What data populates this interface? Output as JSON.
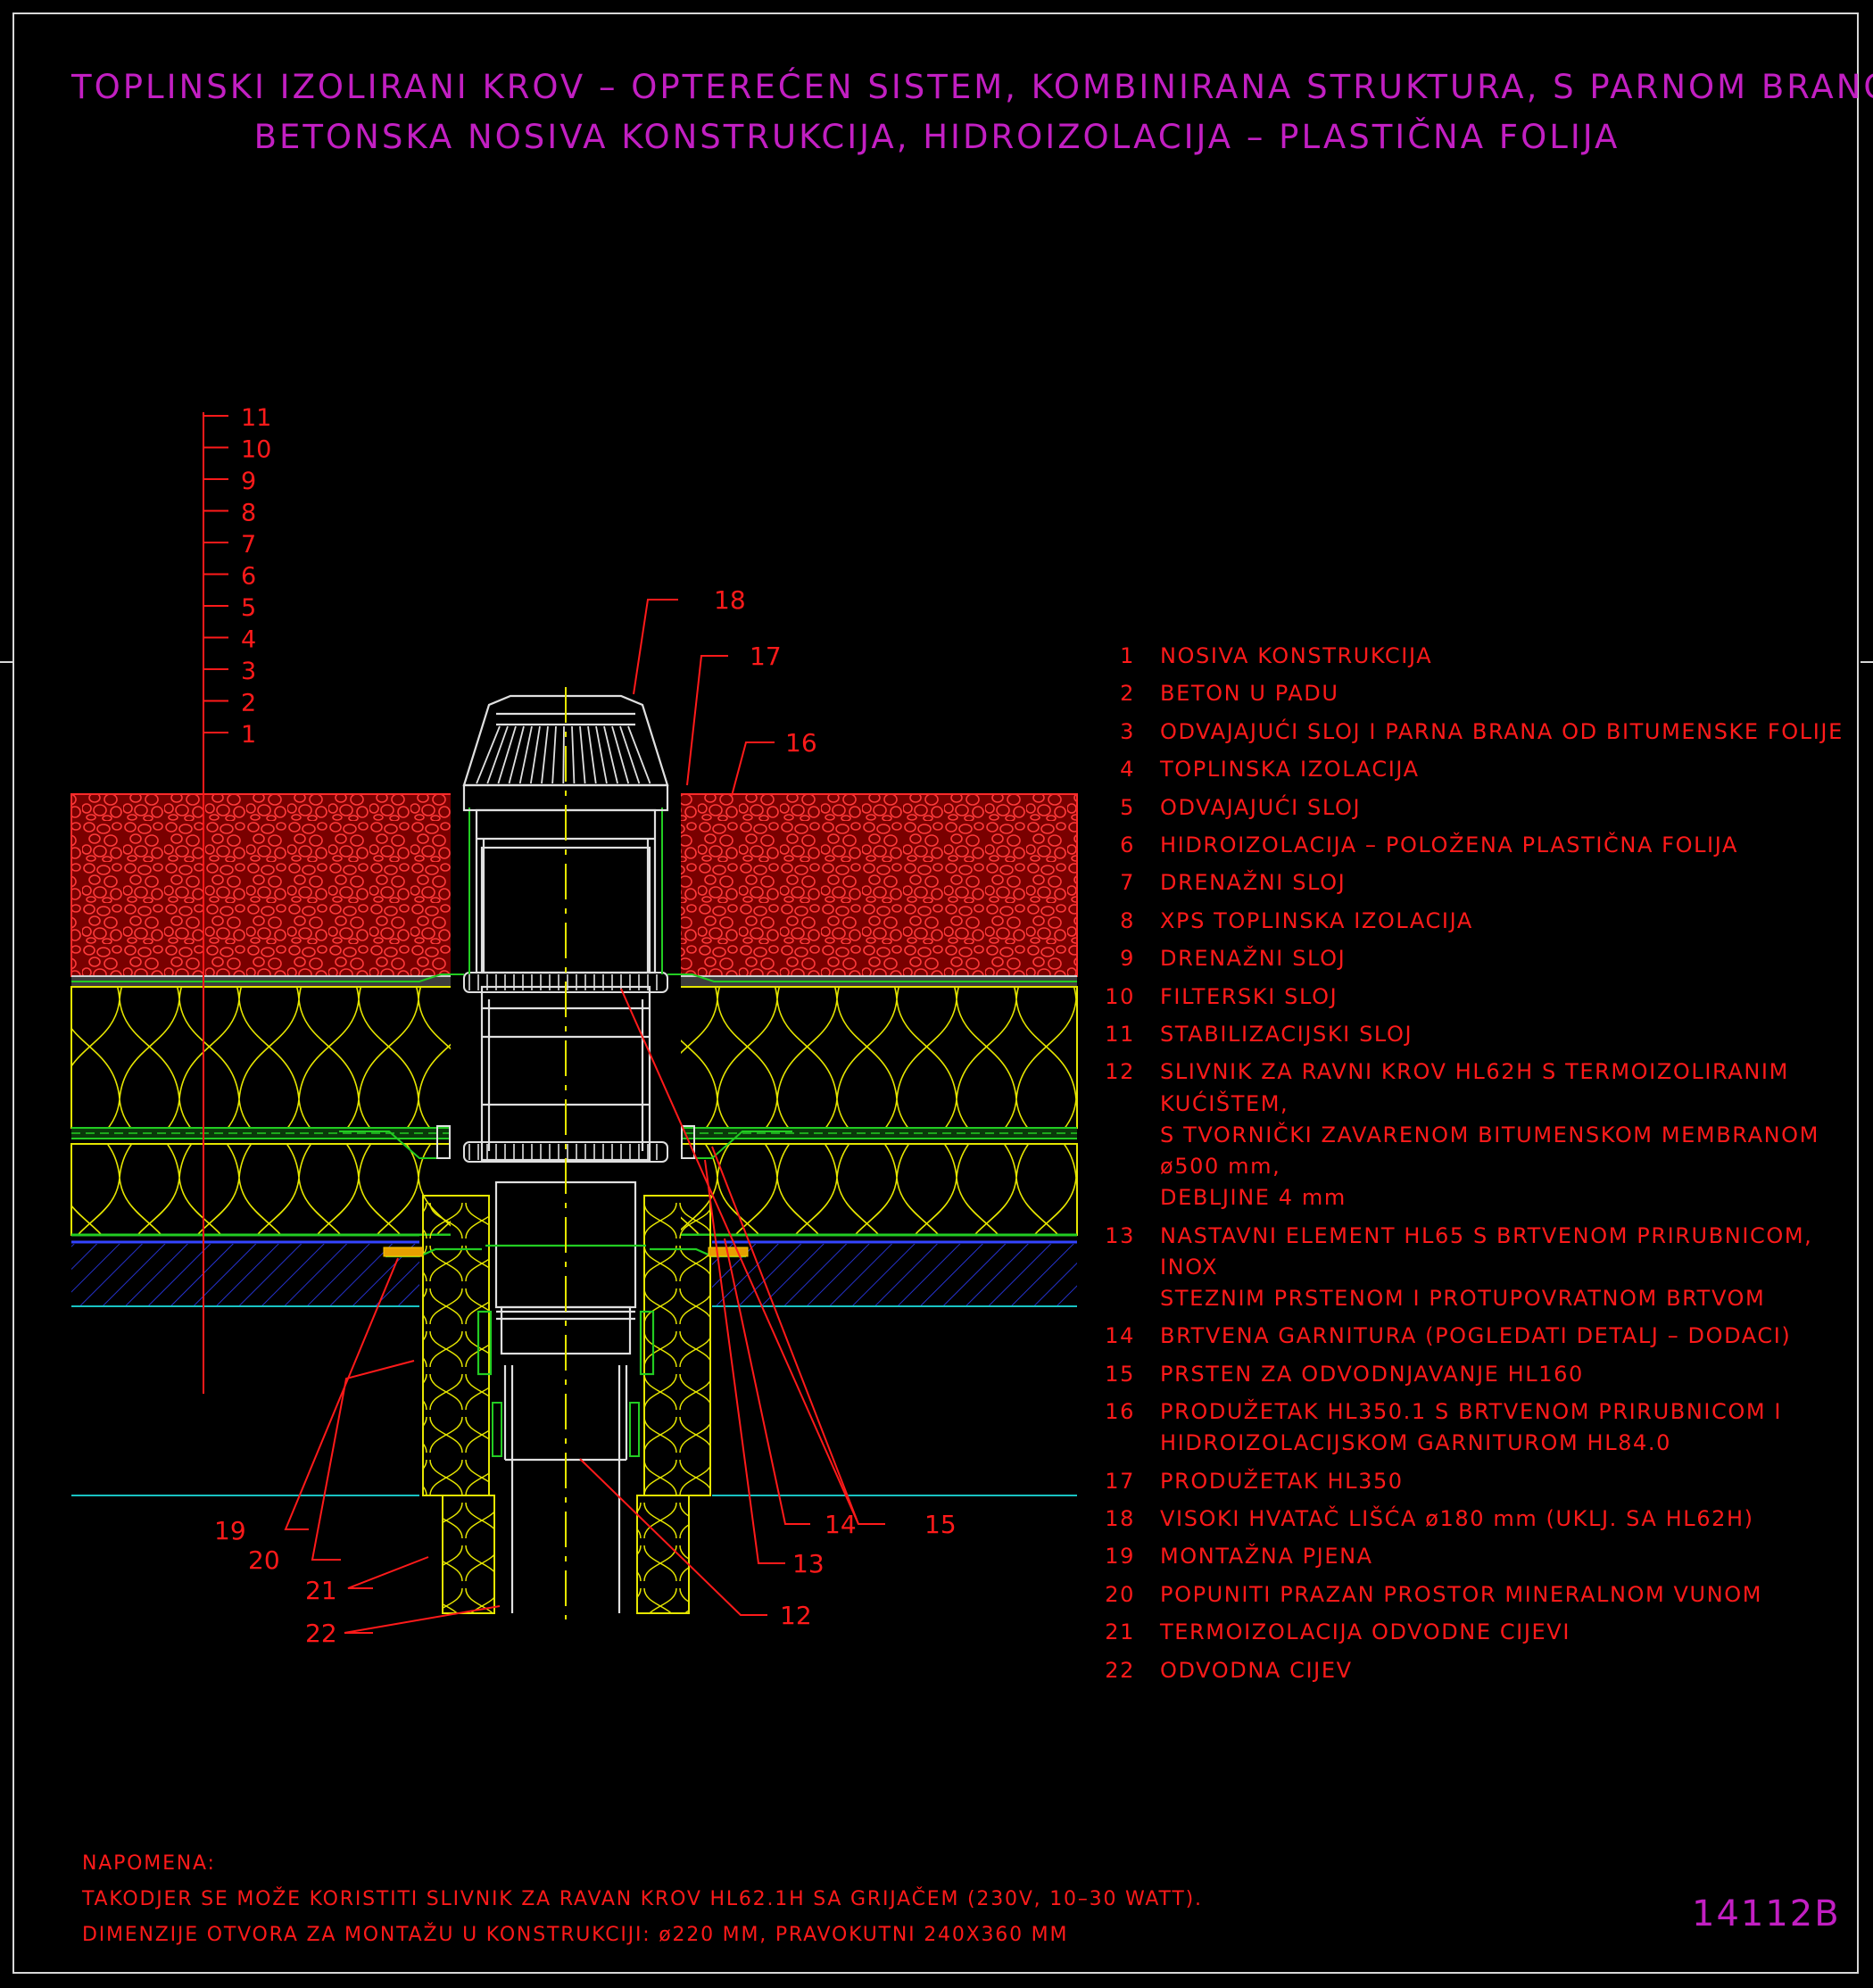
{
  "title_lines": [
    "TOPLINSKI IZOLIRANI KROV – OPTEREĆEN SISTEM, KOMBINIRANA STRUKTURA, S PARNOM BRANOM,",
    "BETONSKA NOSIVA KONSTRUKCIJA, HIDROIZOLACIJA – PLASTIČNA FOLIJA"
  ],
  "layer_scale_labels": [
    "11",
    "10",
    "9",
    "8",
    "7",
    "6",
    "5",
    "4",
    "3",
    "2",
    "1"
  ],
  "callouts": [
    "18",
    "17",
    "16",
    "19",
    "20",
    "21",
    "22",
    "14",
    "15",
    "13",
    "12"
  ],
  "legend": [
    {
      "num": "1",
      "text": "NOSIVA KONSTRUKCIJA"
    },
    {
      "num": "2",
      "text": "BETON U PADU"
    },
    {
      "num": "3",
      "text": "ODVAJAJUĆI SLOJ I PARNA BRANA OD BITUMENSKE FOLIJE"
    },
    {
      "num": "4",
      "text": "TOPLINSKA IZOLACIJA"
    },
    {
      "num": "5",
      "text": "ODVAJAJUĆI SLOJ"
    },
    {
      "num": "6",
      "text": "HIDROIZOLACIJA – POLOŽENA PLASTIČNA FOLIJA"
    },
    {
      "num": "7",
      "text": "DRENAŽNI SLOJ"
    },
    {
      "num": "8",
      "text": "XPS TOPLINSKA IZOLACIJA"
    },
    {
      "num": "9",
      "text": "DRENAŽNI SLOJ"
    },
    {
      "num": "10",
      "text": "FILTERSKI SLOJ"
    },
    {
      "num": "11",
      "text": "STABILIZACIJSKI SLOJ"
    },
    {
      "num": "12",
      "text": "SLIVNIK ZA RAVNI KROV HL62H S TERMOIZOLIRANIM KUĆIŠTEM,\nS TVORNIČKI ZAVARENOM BITUMENSKOM MEMBRANOM ø500 mm,\nDEBLJINE 4 mm"
    },
    {
      "num": "13",
      "text": "NASTAVNI ELEMENT HL65 S BRTVENOM PRIRUBNICOM, INOX\nSTEZNIM PRSTENOM I PROTUPOVRATNOM BRTVOM"
    },
    {
      "num": "14",
      "text": "BRTVENA GARNITURA (POGLEDATI DETALJ – DODACI)"
    },
    {
      "num": "15",
      "text": "PRSTEN ZA ODVODNJAVANJE HL160"
    },
    {
      "num": "16",
      "text": "PRODUŽETAK HL350.1 S BRTVENOM PRIRUBNICOM I\nHIDROIZOLACIJSKOM GARNITUROM HL84.0"
    },
    {
      "num": "17",
      "text": "PRODUŽETAK HL350"
    },
    {
      "num": "18",
      "text": "VISOKI HVATAČ LIŠĆA ø180 mm (UKLJ. SA HL62H)"
    },
    {
      "num": "19",
      "text": "MONTAŽNA PJENA"
    },
    {
      "num": "20",
      "text": "POPUNITI PRAZAN PROSTOR MINERALNOM VUNOM"
    },
    {
      "num": "21",
      "text": "TERMOIZOLACIJA ODVODNE CIJEVI"
    },
    {
      "num": "22",
      "text": "ODVODNA CIJEV"
    }
  ],
  "notes": [
    "NAPOMENA:",
    "TAKODJER SE MOŽE KORISTITI SLIVNIK ZA RAVAN KROV HL62.1H SA GRIJAČEM (230V, 10–30 WATT).",
    "DIMENZIJE OTVORA ZA MONTAŽU U KONSTRUKCIJI: ø220 MM, PRAVOKUTNI 240X360 MM"
  ],
  "drawing_code": "14112B",
  "colors": {
    "background": "#000000",
    "title": "#c21fc2",
    "annotation": "#ff1a1a",
    "insulation": "#e6e600",
    "gravel": "#ff2a2a",
    "gravel_fill": "#7a0000",
    "membrane": "#22cc22",
    "concrete_hatch": "#3344ff",
    "cyan_line": "#19c2c2",
    "drain_body": "#e0e0e0"
  }
}
